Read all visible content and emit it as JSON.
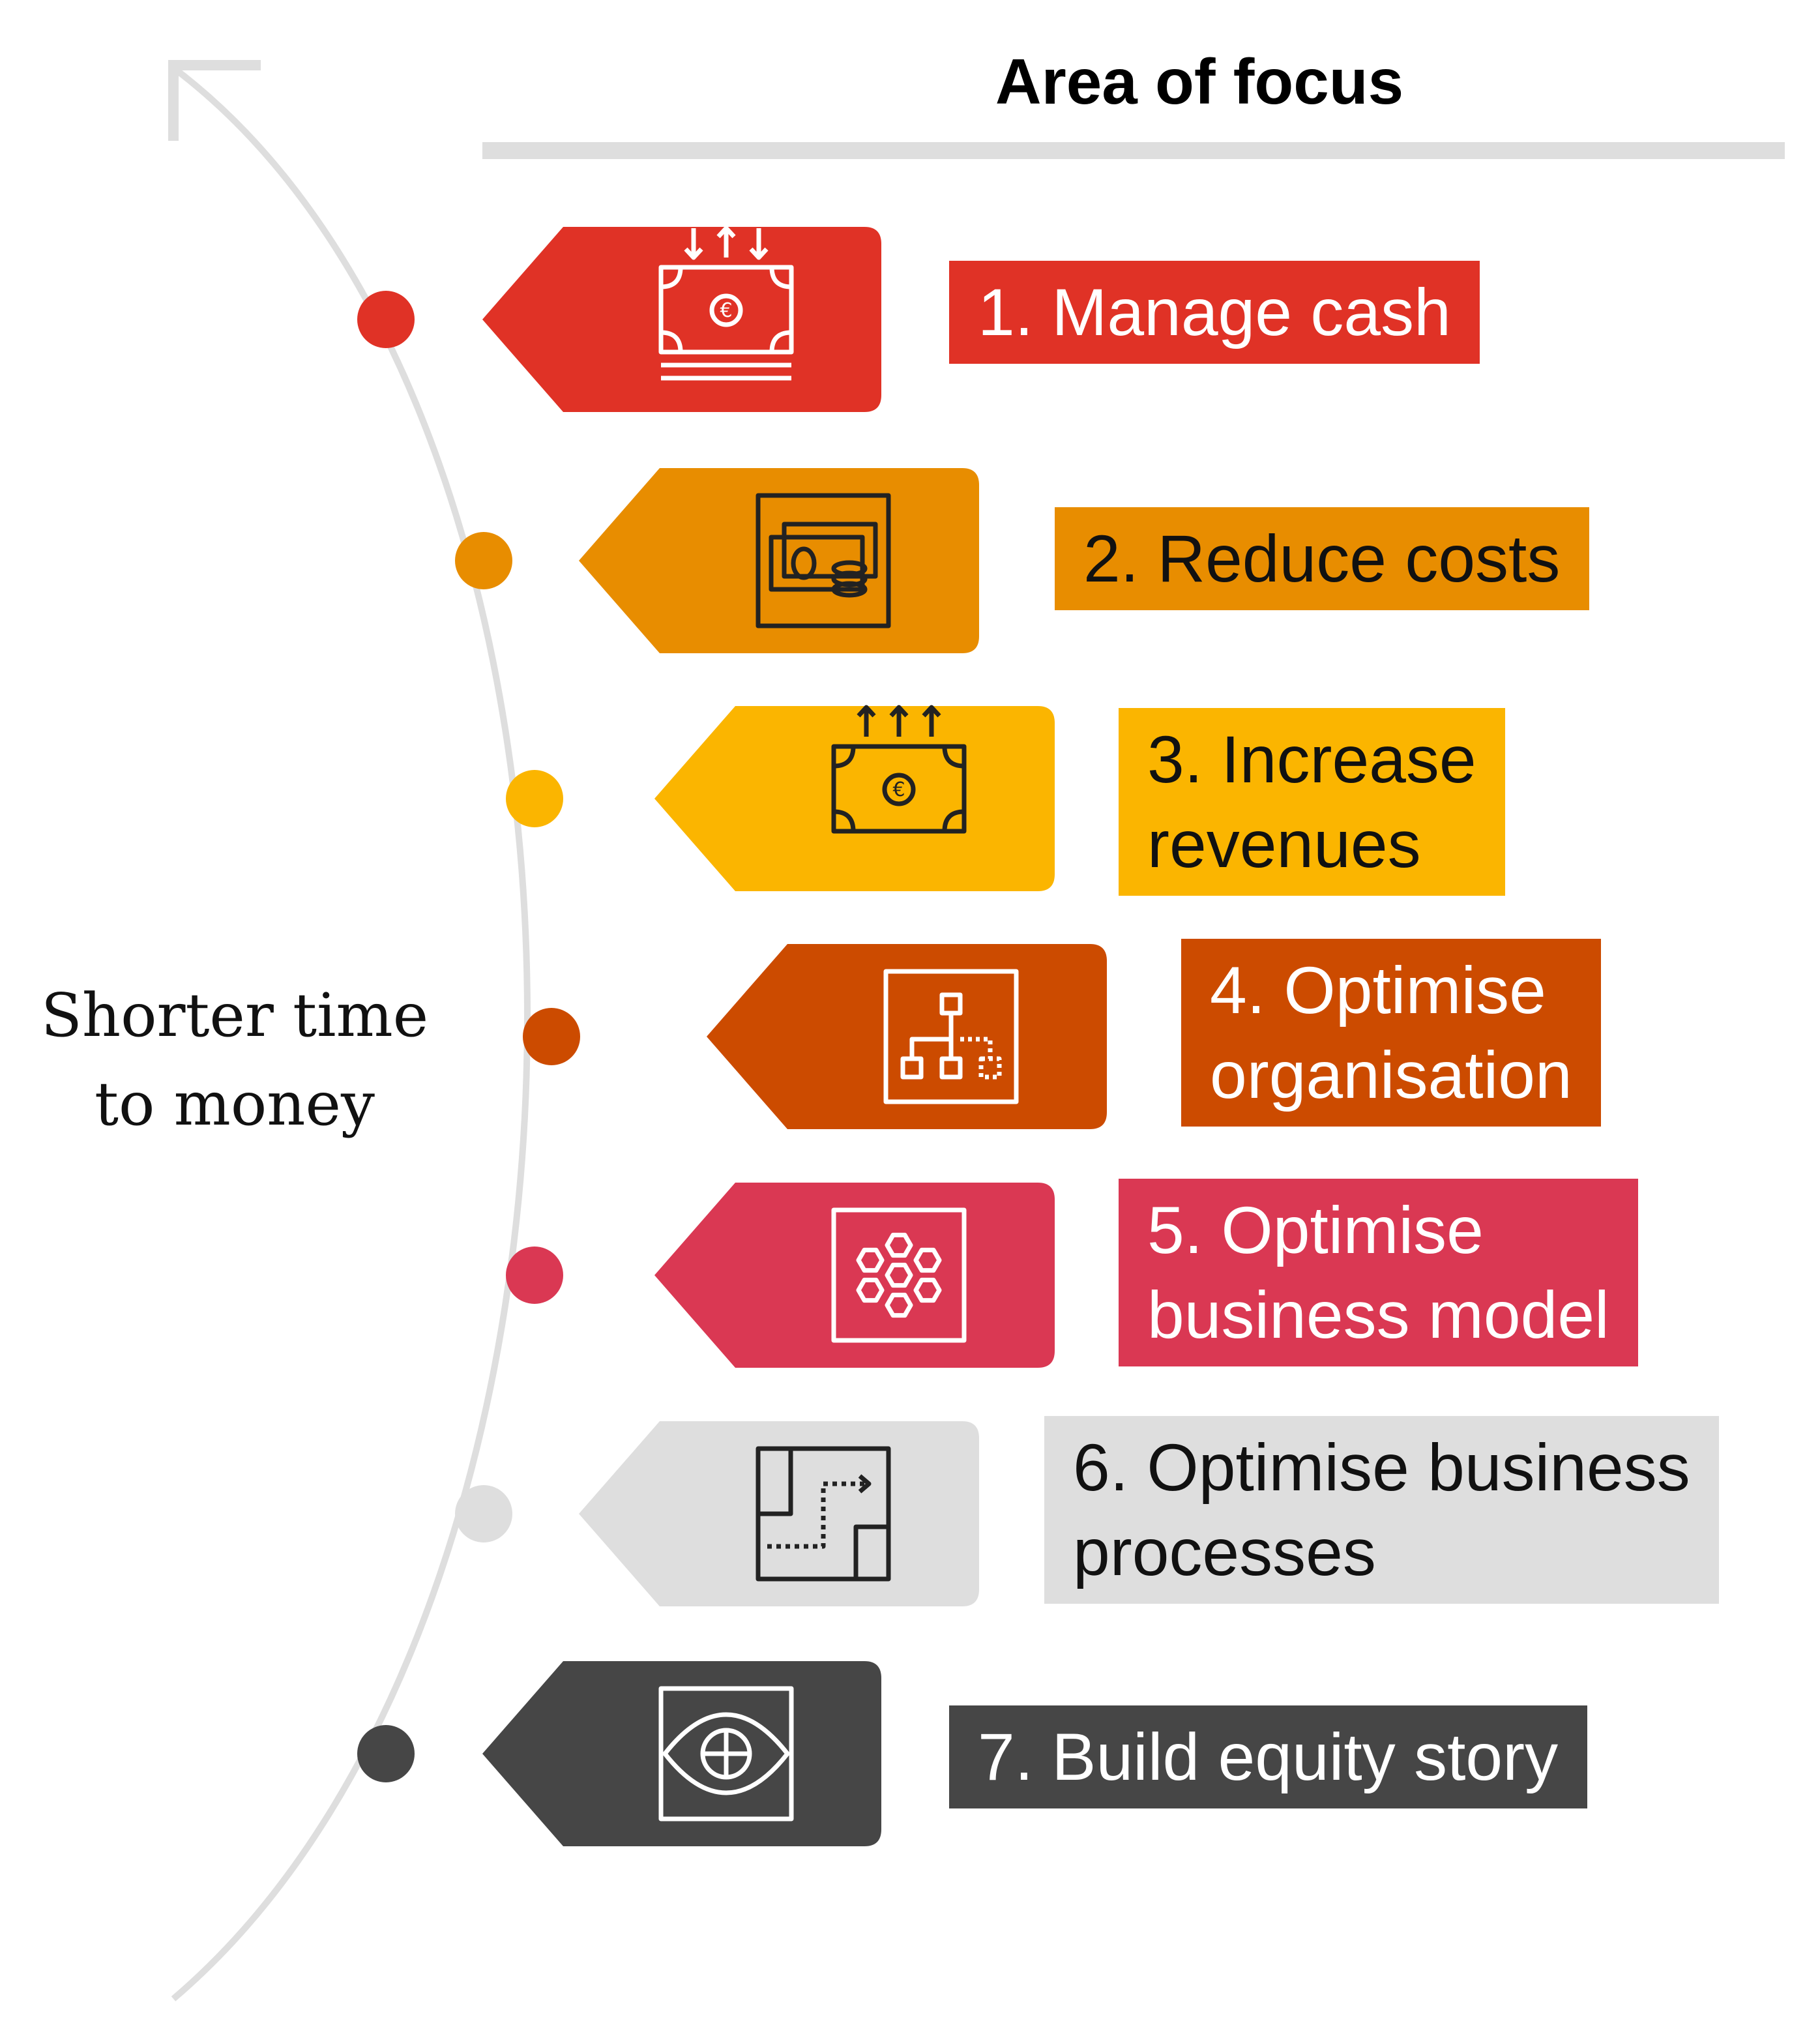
{
  "header": {
    "title": "Area of focus"
  },
  "axis": {
    "label_lines": [
      "Shorter time",
      "to money"
    ],
    "color": "#dedede"
  },
  "items": [
    {
      "number": "1.",
      "lines": [
        "1. Manage cash"
      ],
      "color": "#e03226",
      "text_color": "#ffffff",
      "icon": "cash-arrows-euro-icon",
      "icon_color": "#ffffff"
    },
    {
      "number": "2.",
      "lines": [
        "2. Reduce costs"
      ],
      "color": "#e88d00",
      "text_color": "#111111",
      "icon": "money-coins-icon",
      "icon_color": "#222222"
    },
    {
      "number": "3.",
      "lines": [
        "3. Increase",
        "revenues"
      ],
      "color": "#fbb500",
      "text_color": "#111111",
      "icon": "cash-up-arrows-euro-icon",
      "icon_color": "#222222"
    },
    {
      "number": "4.",
      "lines": [
        "4. Optimise",
        "organisation"
      ],
      "color": "#cc4b00",
      "text_color": "#ffffff",
      "icon": "org-chart-icon",
      "icon_color": "#ffffff"
    },
    {
      "number": "5.",
      "lines": [
        "5. Optimise",
        "business model"
      ],
      "color": "#da3853",
      "text_color": "#ffffff",
      "icon": "hexagon-network-icon",
      "icon_color": "#ffffff"
    },
    {
      "number": "6.",
      "lines": [
        "6. Optimise business",
        "processes"
      ],
      "color": "#dedede",
      "text_color": "#111111",
      "icon": "process-path-icon",
      "icon_color": "#222222"
    },
    {
      "number": "7.",
      "lines": [
        "7. Build equity story"
      ],
      "color": "#464646",
      "text_color": "#ffffff",
      "icon": "eye-target-icon",
      "icon_color": "#ffffff"
    }
  ]
}
